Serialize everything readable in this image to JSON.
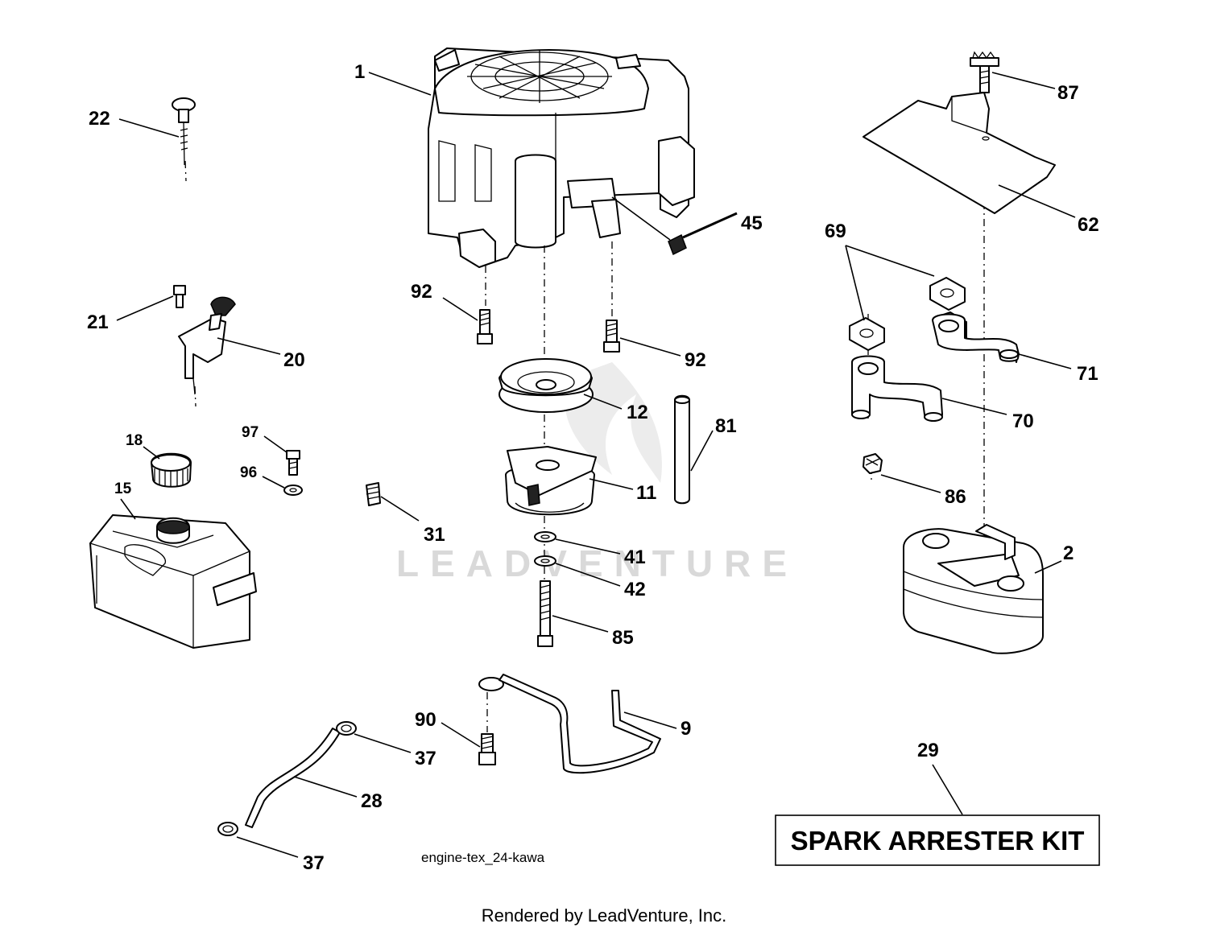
{
  "diagram_label": "engine-tex_24-kawa",
  "footer": "Rendered by LeadVenture, Inc.",
  "watermark": "LEADVENTURE",
  "kit_label": "SPARK ARRESTER KIT",
  "callouts": {
    "c1": "1",
    "c2": "2",
    "c9": "9",
    "c11": "11",
    "c12": "12",
    "c15": "15",
    "c18": "18",
    "c20": "20",
    "c21": "21",
    "c22": "22",
    "c28": "28",
    "c29": "29",
    "c31": "31",
    "c37a": "37",
    "c37b": "37",
    "c41": "41",
    "c42": "42",
    "c45": "45",
    "c62": "62",
    "c69": "69",
    "c70": "70",
    "c71": "71",
    "c81": "81",
    "c85": "85",
    "c86": "86",
    "c87": "87",
    "c90": "90",
    "c92a": "92",
    "c92b": "92",
    "c96": "96",
    "c97": "97"
  }
}
